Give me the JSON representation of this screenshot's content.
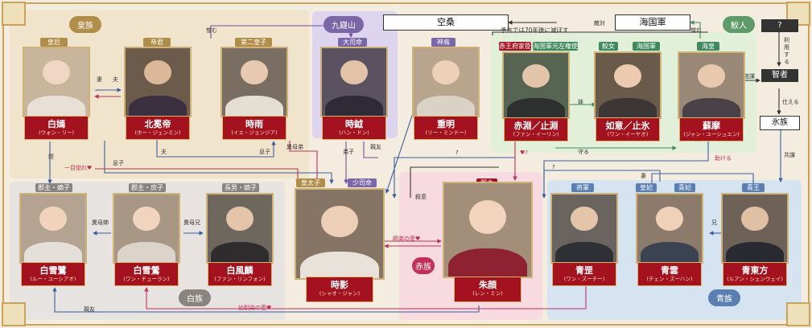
{
  "clans": {
    "royal": "皇族",
    "kyugizan": "九嶷山",
    "hakuzoku": "白族",
    "sekizoku": "赤族",
    "seizoku": "青族",
    "kaijin": "鮫人"
  },
  "characters": {
    "empress": {
      "role": "皇后",
      "name": "白嫣",
      "reading": "(ウォン・リー)"
    },
    "emperor": {
      "role": "帝君",
      "name": "北冕帝",
      "reading": "(ホー・ジェンミン)"
    },
    "prince2": {
      "role": "第二皇子",
      "name": "時雨",
      "reading": "(イエ・ジョンジア)"
    },
    "jiyue": {
      "role": "大司命",
      "name": "時鉞",
      "reading": "(ハン・ドン)"
    },
    "chongming": {
      "role": "神鳥",
      "name": "重明",
      "reading": "(リー・ミンドー)"
    },
    "chiyuan": {
      "role1": "赤王府家臣",
      "role2": "海国軍元左権使",
      "name": "赤淵／止淵",
      "reading": "(ファン・イーリン)"
    },
    "ruyi": {
      "role1": "鮫女",
      "role2": "海国軍",
      "name": "如意／止氷",
      "reading": "(ワン・イーヤオ)"
    },
    "sumo": {
      "role": "海皇",
      "name": "蘇摩",
      "reading": "(ジャン・ユーシュエン)"
    },
    "baixuelu": {
      "role": "郡主・嫡子",
      "name": "白雪鷺",
      "reading": "(ルー・ユーシアオ)"
    },
    "baixueying": {
      "role": "郡主・庶子",
      "name": "白雪鶯",
      "reading": "(ワン・チューラン)"
    },
    "baifenglin": {
      "role": "長男・嫡子",
      "name": "白風麟",
      "reading": "(ファン・リンフォン)"
    },
    "shiying": {
      "role1": "皇太子",
      "role2": "少司命",
      "name": "時影",
      "reading": "(シャオ・ジャン)"
    },
    "zhuyan": {
      "role": "郡主",
      "name": "朱顔",
      "reading": "(レン・ミン)"
    },
    "qingzhen": {
      "role": "将軍",
      "name": "青罡",
      "reading": "(ワン・ズーチー)"
    },
    "qingyun": {
      "role": "青妃",
      "name": "青雲",
      "reading": "(チェン・ズーハン)",
      "role_extra": "皇妃"
    },
    "qingdongfang": {
      "role": "青王",
      "name": "青東方",
      "reading": "(ルアン・シェンウェイ)"
    }
  },
  "boxes": {
    "kongsang": "空桑",
    "kaikokugun": "海国軍",
    "prophecy": "予言では70年後に滅ぼす",
    "hostile": "敵対",
    "unknown": "?",
    "chizoku": "智者",
    "hyozoku": "氷族",
    "use_label": "利用する",
    "plot_label": "陰謀",
    "serve_label": "仕える",
    "conspire_label": "共謀"
  },
  "relations": {
    "hate": "憎む",
    "wife": "妻",
    "husband": "夫",
    "husband2": "夫",
    "son": "息子",
    "son2": "息子",
    "half_brother": "異母弟",
    "disciple": "弟子",
    "friend": "親友",
    "niece": "姪",
    "one_way_love": "一目惚れ♥",
    "half_sister": "異母姉",
    "half_brother2": "異母兄",
    "question1": "?",
    "question2": "♥?",
    "question3": "?",
    "murder": "殺意",
    "sister": "妹",
    "protect": "守る",
    "help": "助ける",
    "hate2": "憎む",
    "wife2": "妻",
    "brother": "兄",
    "mentor_love": "師弟の愛♥",
    "close_friend": "親友",
    "childhood_love": "幼馴染の愛♥"
  },
  "colors": {
    "background": "#f4ecdf",
    "plate": "#a5121f",
    "gold": "#c8a45a",
    "royal_zone": "#f1e4cc",
    "kyugizan_zone": "#ddd5ee",
    "hakuzoku_zone": "#e6e3e0",
    "sekizoku_zone": "#f7dbe0",
    "seizoku_zone": "#d6e4f2",
    "kaijin_zone": "#e2efd9",
    "line_blue": "#3a5fa0",
    "line_purple": "#7a4c9e",
    "line_red": "#c0305a",
    "line_green": "#3e8a5e"
  }
}
